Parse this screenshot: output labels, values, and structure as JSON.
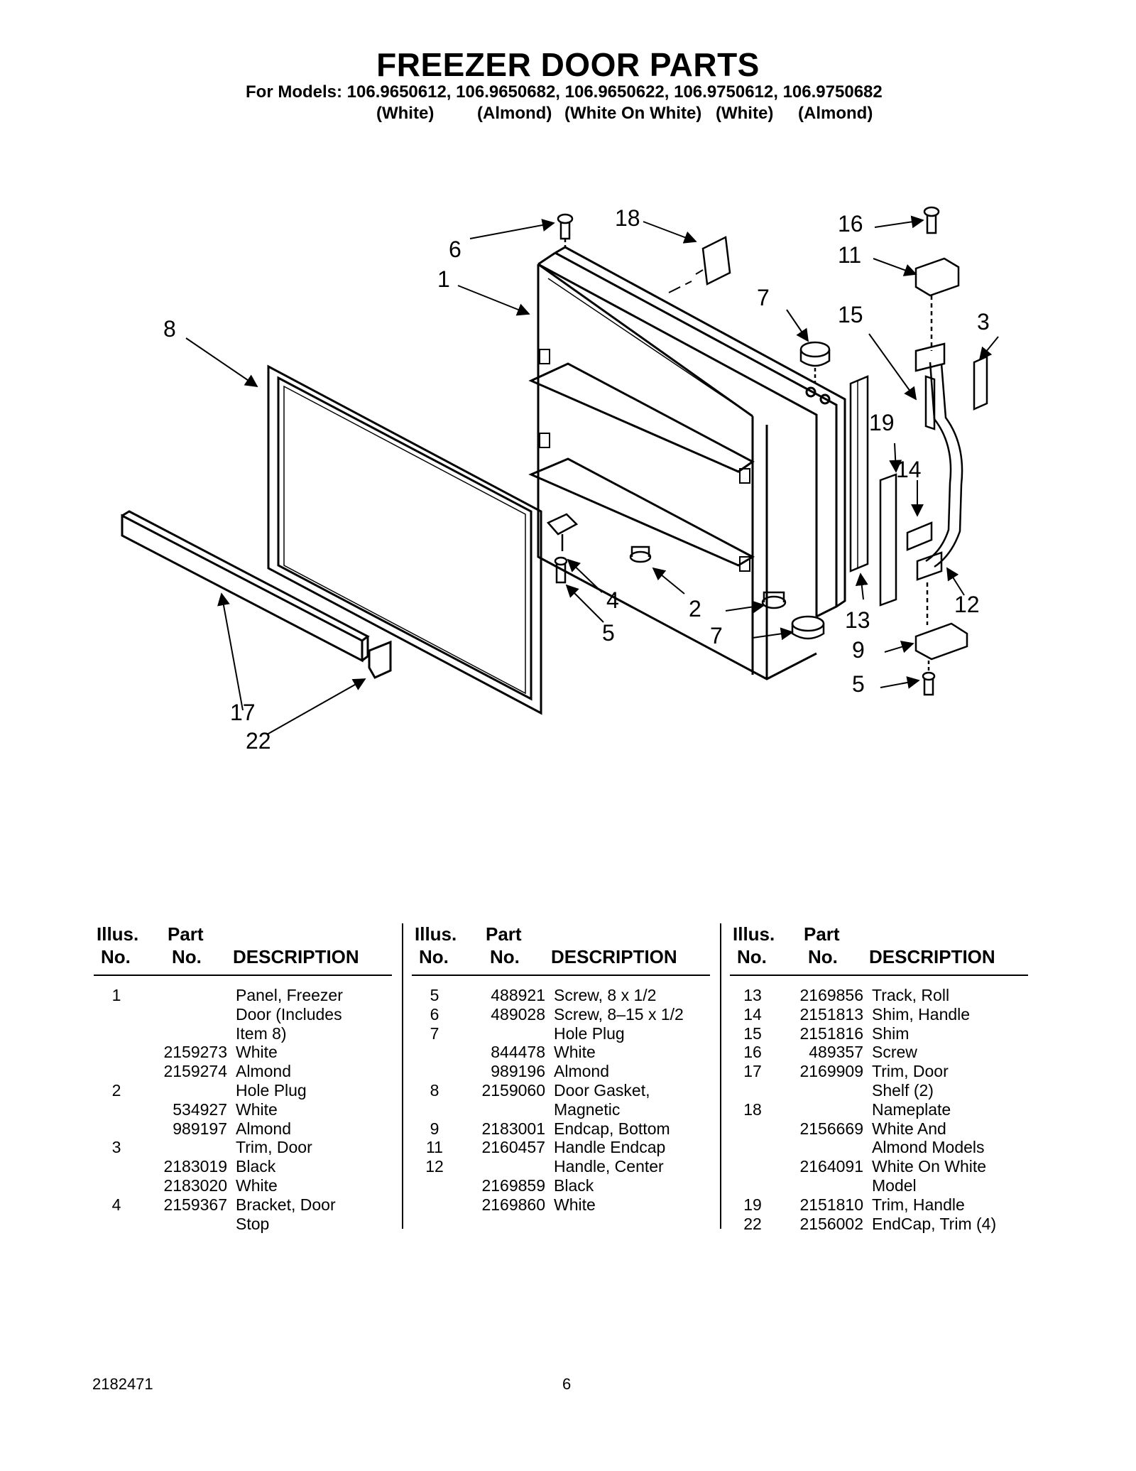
{
  "header": {
    "title": "FREEZER DOOR PARTS",
    "models_line": "For Models: 106.9650612, 106.9650682, 106.9650622, 106.9750612, 106.9750682",
    "model_colors": [
      "(White)",
      "(Almond)",
      "(White On White)",
      "(White)",
      "(Almond)"
    ]
  },
  "diagram": {
    "callouts": [
      "18",
      "6",
      "1",
      "8",
      "7",
      "16",
      "11",
      "15",
      "3",
      "19",
      "14",
      "4",
      "2",
      "5",
      "7",
      "13",
      "12",
      "9",
      "5",
      "17",
      "22"
    ]
  },
  "table": {
    "headers": {
      "illus": "Illus.",
      "illus_no": "No.",
      "part": "Part",
      "part_no": "No.",
      "description": "DESCRIPTION"
    },
    "columns": [
      [
        [
          "1",
          "",
          "Panel, Freezer"
        ],
        [
          "",
          "",
          "Door (Includes"
        ],
        [
          "",
          "",
          "Item 8)"
        ],
        [
          "",
          "2159273",
          "White"
        ],
        [
          "",
          "2159274",
          "Almond"
        ],
        [
          "2",
          "",
          "Hole Plug"
        ],
        [
          "",
          "534927",
          "White"
        ],
        [
          "",
          "989197",
          "Almond"
        ],
        [
          "3",
          "",
          "Trim, Door"
        ],
        [
          "",
          "2183019",
          "Black"
        ],
        [
          "",
          "2183020",
          "White"
        ],
        [
          "4",
          "2159367",
          "Bracket, Door"
        ],
        [
          "",
          "",
          "Stop"
        ]
      ],
      [
        [
          "5",
          "488921",
          "Screw, 8 x 1/2"
        ],
        [
          "6",
          "489028",
          "Screw, 8–15 x 1/2"
        ],
        [
          "7",
          "",
          "Hole Plug"
        ],
        [
          "",
          "844478",
          "White"
        ],
        [
          "",
          "989196",
          "Almond"
        ],
        [
          "8",
          "2159060",
          "Door Gasket,"
        ],
        [
          "",
          "",
          "Magnetic"
        ],
        [
          "9",
          "2183001",
          "Endcap, Bottom"
        ],
        [
          "11",
          "2160457",
          "Handle Endcap"
        ],
        [
          "12",
          "",
          "Handle, Center"
        ],
        [
          "",
          "2169859",
          "Black"
        ],
        [
          "",
          "2169860",
          "White"
        ]
      ],
      [
        [
          "13",
          "2169856",
          "Track, Roll"
        ],
        [
          "14",
          "2151813",
          "Shim, Handle"
        ],
        [
          "15",
          "2151816",
          "Shim"
        ],
        [
          "16",
          "489357",
          "Screw"
        ],
        [
          "17",
          "2169909",
          "Trim, Door"
        ],
        [
          "",
          "",
          "Shelf (2)"
        ],
        [
          "18",
          "",
          "Nameplate"
        ],
        [
          "",
          "2156669",
          "White And"
        ],
        [
          "",
          "",
          "Almond Models"
        ],
        [
          "",
          "2164091",
          "White On White"
        ],
        [
          "",
          "",
          "Model"
        ],
        [
          "19",
          "2151810",
          "Trim, Handle"
        ],
        [
          "22",
          "2156002",
          "EndCap, Trim (4)"
        ]
      ]
    ]
  },
  "footer": {
    "doc_number": "2182471",
    "page_number": "6"
  }
}
